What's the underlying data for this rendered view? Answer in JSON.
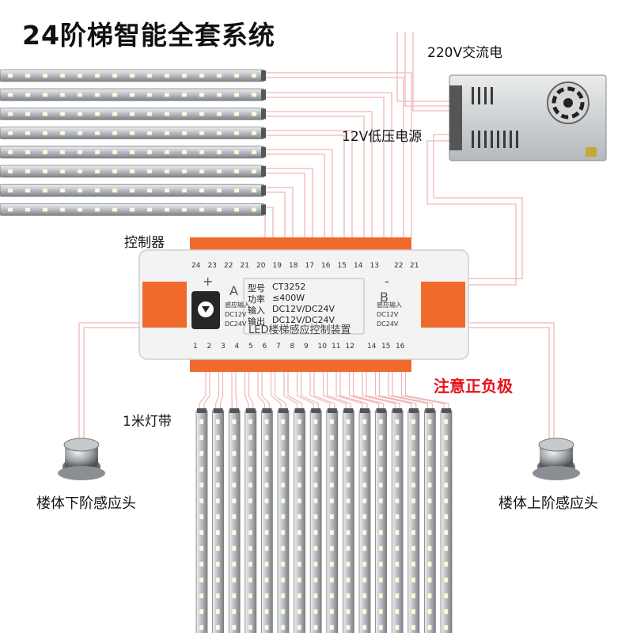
{
  "title": "24阶梯智能全套系统",
  "labels": {
    "ac_input": "220V交流电",
    "power_supply": "12V低压电源",
    "controller": "控制器",
    "strip": "1米灯带",
    "polarity_warning": "注意正负极",
    "sensor_bottom": "楼体下阶感应头",
    "sensor_top": "楼体上阶感应头"
  },
  "controller_panel": {
    "model_label": "型号",
    "model_value": "CT3252",
    "power_label": "功率",
    "power_value": "≤400W",
    "input_label": "输入",
    "input_value": "DC12V/DC24V",
    "output_label": "输出",
    "output_value": "DC12V/DC24V",
    "product_name": "LED楼梯感应控制装置",
    "port_a": "A",
    "port_b": "B",
    "sensor_input": "感应输入",
    "voltage_a": "DC12V DC24V",
    "voltage_b": "DC12V DC24V",
    "plus": "+",
    "minus": "-",
    "top_terminals": [
      "24",
      "23",
      "22",
      "21",
      "20",
      "19",
      "18",
      "17",
      "16",
      "15",
      "14",
      "13"
    ],
    "bottom_terminals": [
      "1",
      "2",
      "3",
      "4",
      "5",
      "6",
      "7",
      "8",
      "9",
      "10",
      "11",
      "12"
    ],
    "top_right_terminals": [
      "22",
      "21"
    ],
    "bottom_right_terminals": [
      "14",
      "15",
      "16"
    ]
  },
  "colors": {
    "wire": "#f0b6b6",
    "orange": "#f06a2c",
    "warning": "#e8121b",
    "strip_silver": "#c8ccd0"
  },
  "counts": {
    "top_strips": 8,
    "bottom_strips": 16
  }
}
